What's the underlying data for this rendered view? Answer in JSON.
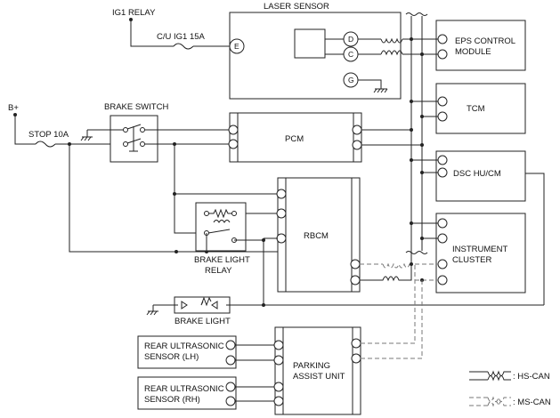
{
  "labels": {
    "ig1_relay": "IG1 RELAY",
    "cu_ig1_fuse": "C/U IG1 15A",
    "laser_sensor": "LASER SENSOR",
    "b_plus": "B+",
    "stop_fuse": "STOP 10A",
    "brake_switch": "BRAKE SWITCH",
    "pcm": "PCM",
    "rbcm": "RBCM",
    "eps_line1": "EPS CONTROL",
    "eps_line2": "MODULE",
    "tcm": "TCM",
    "dsc": "DSC HU/CM",
    "instrument_line1": "INSTRUMENT",
    "instrument_line2": "CLUSTER",
    "brake_light_relay_line1": "BRAKE LIGHT",
    "brake_light_relay_line2": "RELAY",
    "brake_light": "BRAKE LIGHT",
    "rear_lh_line1": "REAR ULTRASONIC",
    "rear_lh_line2": "SENSOR (LH)",
    "rear_rh_line1": "REAR ULTRASONIC",
    "rear_rh_line2": "SENSOR (RH)",
    "pau_line1": "PARKING",
    "pau_line2": "ASSIST UNIT"
  },
  "pins": {
    "e": "E",
    "d": "D",
    "c": "C",
    "g": "G"
  },
  "legend": {
    "hs_can": ": HS-CAN",
    "ms_can": ": MS-CAN"
  }
}
